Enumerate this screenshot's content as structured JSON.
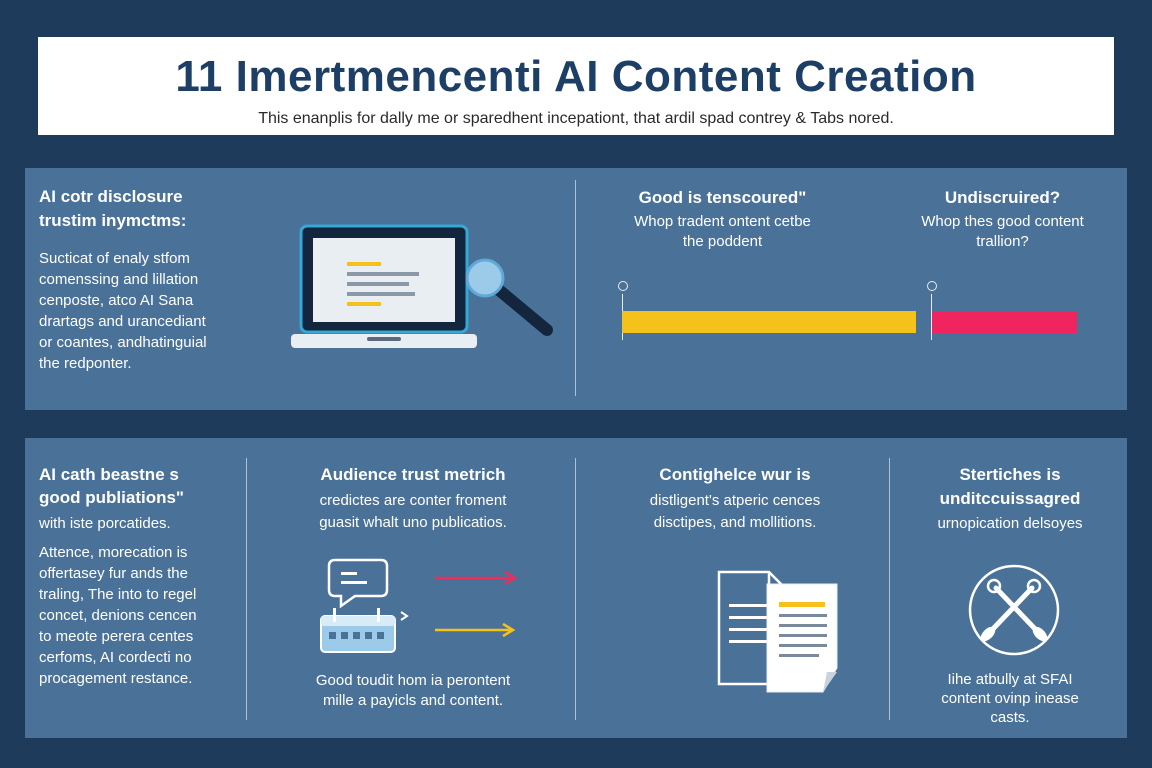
{
  "header": {
    "title": "11 Imertmencenti AI Content Creation",
    "subtitle": "This enanplis for dally me or sparedhent incepationt, that ardil spad contrey & Tabs nored."
  },
  "top": {
    "left": {
      "heading_1": "AI cotr disclosure",
      "heading_2": "trustim inymctms:",
      "body": [
        "Sucticat of enaly stfom",
        "comenssing and lillation",
        "cenposte, atco AI Sana",
        "drartags and urancediant",
        "or coantes, andhatinguial",
        "the redponter."
      ]
    },
    "good": {
      "heading": "Good is tenscoured\"",
      "body": [
        "Whop tradent ontent cetbe",
        "the poddent"
      ]
    },
    "undiscured": {
      "heading": "Undiscruired?",
      "body": [
        "Whop thes good content",
        "trallion?"
      ]
    },
    "bars": [
      {
        "color": "#f5c21b",
        "share": 0.67
      },
      {
        "color": "#f0245e",
        "share": 0.33
      }
    ]
  },
  "bottom": {
    "col1": {
      "heading": [
        "AI cath beastne s",
        "good publiations\""
      ],
      "sub": "with iste porcatides.",
      "body": [
        "Attence, morecation is",
        "offertasey fur ands the",
        "traling, The into to regel",
        "concet, denions cencen",
        "to meote perera centes",
        "cerfoms, AI cordecti no",
        "procagement restance."
      ]
    },
    "col2": {
      "heading": "Audience trust metrich",
      "body": [
        "credictes are conter froment",
        "guasit whalt uno publicatios."
      ],
      "footer": [
        "Good toudit hom ia perontent",
        "mille a payicls and content."
      ],
      "arrow_colors": [
        "#e8305a",
        "#f5c21b"
      ]
    },
    "col3": {
      "heading": "Contighelce wur is",
      "body": [
        "distligent's atperic cences",
        "disctipes, and mollitions."
      ]
    },
    "col4": {
      "heading": [
        "Stertiches is",
        "unditccuissagred"
      ],
      "sub": "urnopication delsoyes",
      "footer": [
        "Iihe atbully at SFAI",
        "content ovinp inease",
        "casts."
      ]
    }
  },
  "icons": [
    "laptop-icon",
    "magnifier-icon",
    "chat-bubble-icon",
    "calendar-icon",
    "document-icon",
    "tools-icon"
  ],
  "colors": {
    "background": "#1f3b5b",
    "panel": "#4a7198",
    "accent_yellow": "#f5c21b",
    "accent_pink": "#f0245e",
    "title": "#1d3f66"
  }
}
